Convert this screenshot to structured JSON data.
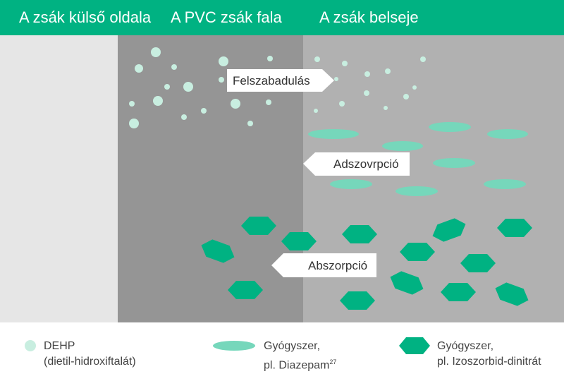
{
  "header": {
    "outside": "A zsák külső oldala",
    "wall": "A PVC zsák fala",
    "inside": "A zsák belseje"
  },
  "arrows": {
    "release": "Felszabadulás",
    "adsorption": "Adszovrpció",
    "absorption": "Abszorpció"
  },
  "legend": {
    "dehp": {
      "line1": "DEHP",
      "line2": "(dietil-hidroxiftalát)"
    },
    "drug1": {
      "line1": "Gyógyszer,",
      "line2": "pl. Diazepam",
      "sup": "27"
    },
    "drug2": {
      "line1": "Gyógyszer,",
      "line2": "pl. Izoszorbid-dinitrát"
    }
  },
  "colors": {
    "green": "#00b282",
    "dehp": "#c8eee0",
    "drug1": "#76d7bb",
    "outside": "#e6e6e6",
    "wall": "#959595",
    "inside": "#b1b1b1"
  }
}
